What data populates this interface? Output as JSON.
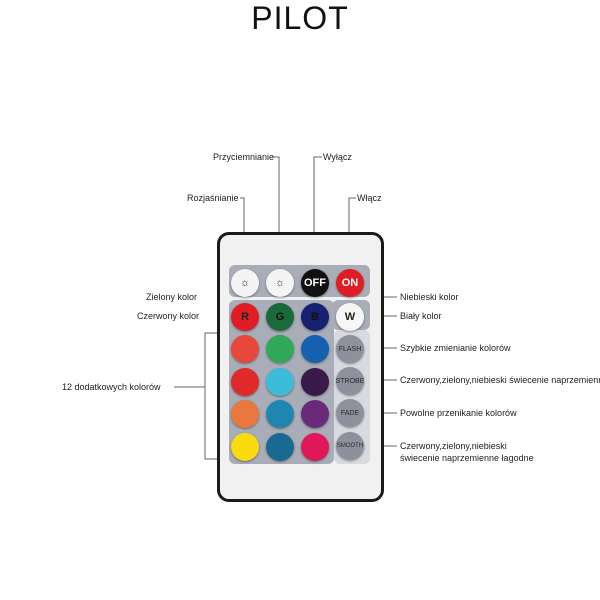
{
  "title": "PILOT",
  "labels": {
    "dim": "Przyciemnianie",
    "off": "Wyłącz",
    "brighten": "Rozjaśnianie",
    "on": "Włącz",
    "green": "Zielony kolor",
    "red": "Czerwony kolor",
    "extra": "12 dodatkowych kolorów",
    "blue": "Niebieski kolor",
    "white": "Biały kolor",
    "flash": "Szybkie zmienianie kolorów",
    "strobe": "Czerwony,zielony,niebieski świecenie naprzemienne",
    "fade": "Powolne przenikanie kolorów",
    "smooth1": "Czerwony,zielony,niebieski",
    "smooth2": "świecenie naprzemienne łagodne"
  },
  "buttons": {
    "off": "OFF",
    "on": "ON",
    "r": "R",
    "g": "G",
    "b": "B",
    "w": "W",
    "flash": "FLASH",
    "strobe": "STROBE",
    "fade": "FADE",
    "smooth": "SMOOTH"
  },
  "colors": {
    "grid": [
      "#e8483c",
      "#2fa85a",
      "#1660b0",
      "#e02a2a",
      "#3bbcd8",
      "#3a1a48",
      "#e8783e",
      "#1e86b0",
      "#6a2a7a",
      "#f8dc10",
      "#186a92",
      "#e01858"
    ]
  }
}
